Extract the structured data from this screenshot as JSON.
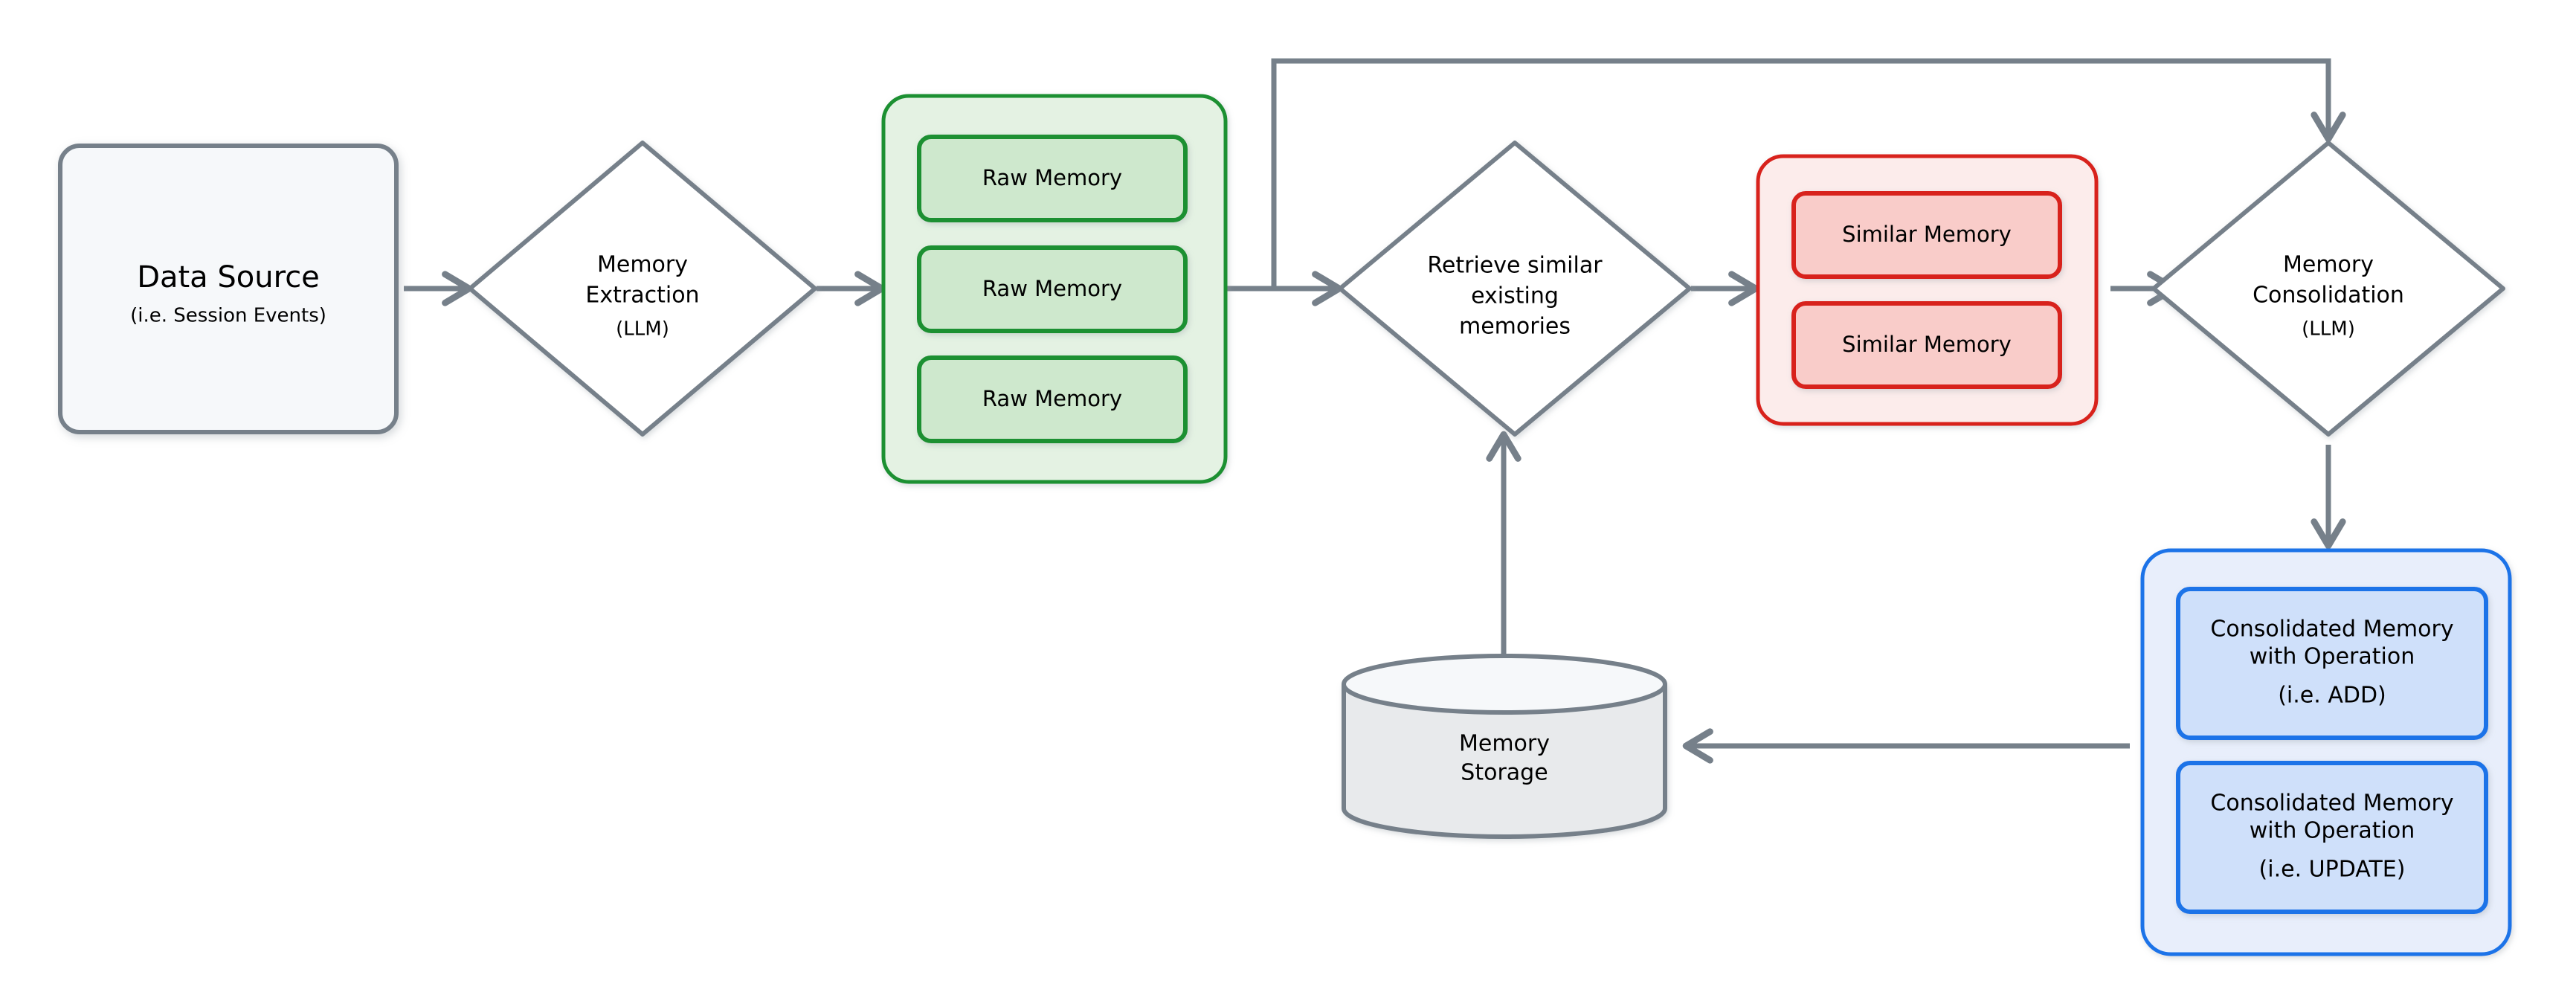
{
  "diagram": {
    "title": "Memory pipeline flow diagram",
    "colors": {
      "edge": "#76808a",
      "neutral_border": "#76808a",
      "neutral_fill": "#f6f8fa",
      "cylinder_fill": "#e8eaec",
      "diamond_fill": "#ffffff",
      "green_border": "#1f9032",
      "green_outer_fill": "#e4f2e3",
      "green_inner_fill": "#cee8cd",
      "red_border": "#d8231f",
      "red_outer_fill": "#fceceb",
      "red_inner_fill": "#f9ccc9",
      "blue_border": "#1a73e8",
      "blue_outer_fill": "#e8eefb",
      "blue_inner_fill": "#cfe0fa",
      "text": "#000000"
    },
    "nodes": {
      "data_source": {
        "title": "Data Source",
        "subtitle": "(i.e. Session Events)"
      },
      "memory_extraction": {
        "line1": "Memory",
        "line2": "Extraction",
        "line3": "(LLM)"
      },
      "raw_memory_group": {
        "cards": [
          {
            "label": "Raw Memory"
          },
          {
            "label": "Raw Memory"
          },
          {
            "label": "Raw Memory"
          }
        ]
      },
      "retrieve_similar": {
        "line1": "Retrieve similar",
        "line2": "existing",
        "line3": "memories"
      },
      "similar_memory_group": {
        "cards": [
          {
            "label": "Similar Memory"
          },
          {
            "label": "Similar Memory"
          }
        ]
      },
      "memory_consolidation": {
        "line1": "Memory",
        "line2": "Consolidation",
        "line3": "(LLM)"
      },
      "consolidated_group": {
        "cards": [
          {
            "line1": "Consolidated Memory",
            "line2": "with Operation",
            "line3": "(i.e. ADD)"
          },
          {
            "line1": "Consolidated Memory",
            "line2": "with Operation",
            "line3": "(i.e. UPDATE)"
          }
        ]
      },
      "memory_storage": {
        "line1": "Memory",
        "line2": "Storage"
      }
    },
    "edges": [
      {
        "id": "data-source-to-extraction",
        "from": "data_source",
        "to": "memory_extraction",
        "label": ""
      },
      {
        "id": "extraction-to-raw-memory",
        "from": "memory_extraction",
        "to": "raw_memory_group",
        "label": ""
      },
      {
        "id": "raw-memory-to-retrieve",
        "from": "raw_memory_group",
        "to": "retrieve_similar",
        "label": ""
      },
      {
        "id": "raw-memory-to-consolidation-feedback",
        "from": "raw_memory_group",
        "to": "memory_consolidation",
        "label": ""
      },
      {
        "id": "retrieve-to-similar-memory",
        "from": "retrieve_similar",
        "to": "similar_memory_group",
        "label": ""
      },
      {
        "id": "similar-memory-to-consolidation",
        "from": "similar_memory_group",
        "to": "memory_consolidation",
        "label": ""
      },
      {
        "id": "consolidation-to-consolidated",
        "from": "memory_consolidation",
        "to": "consolidated_group",
        "label": ""
      },
      {
        "id": "consolidated-to-storage",
        "from": "consolidated_group",
        "to": "memory_storage",
        "label": ""
      },
      {
        "id": "storage-to-retrieve",
        "from": "memory_storage",
        "to": "retrieve_similar",
        "label": ""
      }
    ]
  }
}
